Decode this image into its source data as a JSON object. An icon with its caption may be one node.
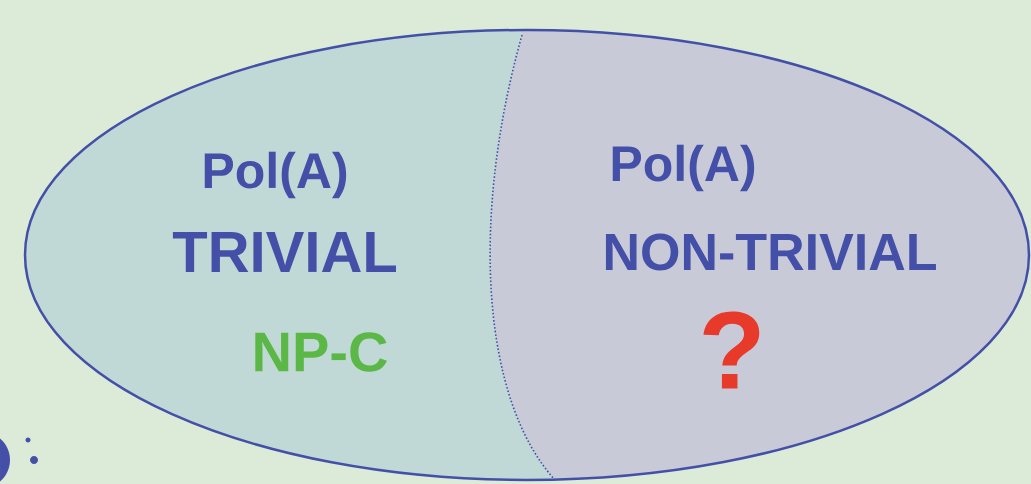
{
  "diagram": {
    "nodes": [
      {
        "text": [
          "Pol(A)",
          "TRIVIAL",
          "NP-C"
        ]
      },
      {
        "text": [
          "Pol(A)",
          "NON-TRIVIAL",
          "?"
        ]
      }
    ]
  }
}
